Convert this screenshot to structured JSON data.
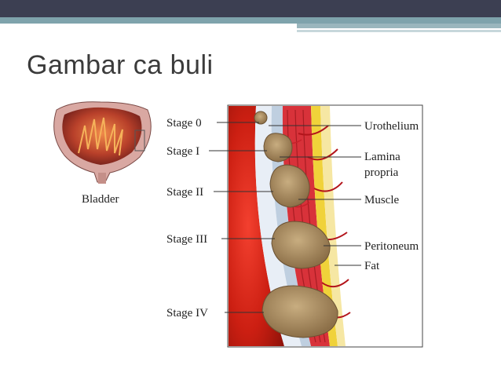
{
  "slide": {
    "title": "Gambar ca buli",
    "theme": {
      "bar": "#3c3f52",
      "accent": "#7fa3ac"
    }
  },
  "figure": {
    "bladder_label": "Bladder",
    "stages": [
      "Stage 0",
      "Stage I",
      "Stage II",
      "Stage III",
      "Stage IV"
    ],
    "layers": [
      "Urothelium",
      "Lamina propria",
      "Muscle",
      "Peritoneum",
      "Fat"
    ]
  }
}
